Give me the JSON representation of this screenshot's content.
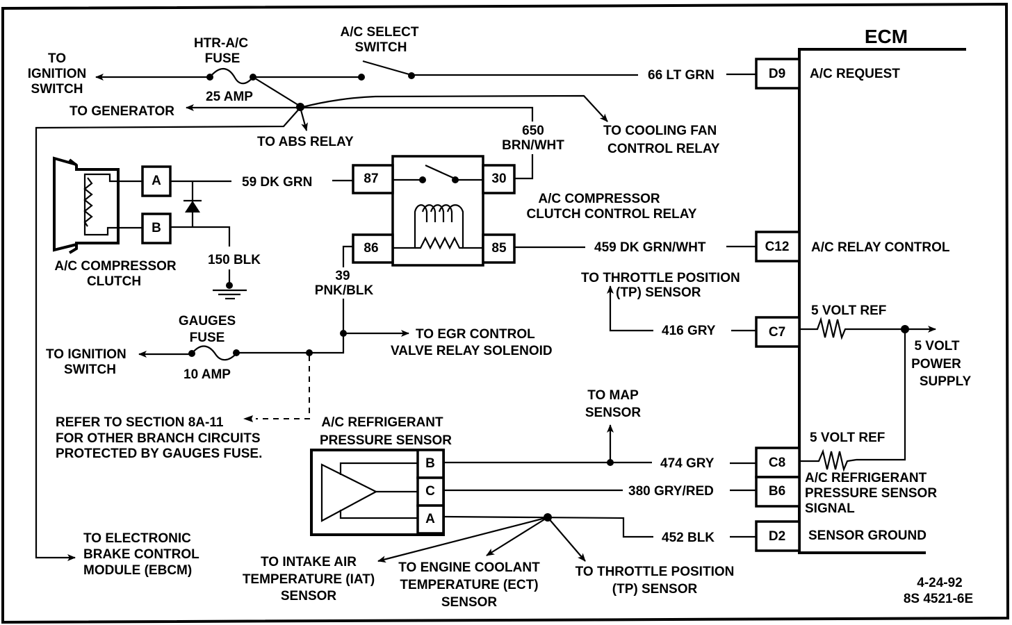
{
  "diagram": {
    "title": "ECM",
    "footer": {
      "date": "4-24-92",
      "code": "8S 4521-6E"
    },
    "components": {
      "htr_fuse": {
        "name": [
          "HTR-A/C",
          "FUSE"
        ],
        "rating": "25 AMP"
      },
      "gauges_fuse": {
        "name": [
          "GAUGES",
          "FUSE"
        ],
        "rating": "10 AMP"
      },
      "ac_select_switch": [
        "A/C SELECT",
        "SWITCH"
      ],
      "compressor_clutch": {
        "name": [
          "A/C COMPRESSOR",
          "CLUTCH"
        ],
        "pins": [
          "A",
          "B"
        ]
      },
      "clutch_relay": {
        "name": [
          "A/C COMPRESSOR",
          "CLUTCH CONTROL RELAY"
        ],
        "pins": [
          "87",
          "30",
          "86",
          "85"
        ]
      },
      "pressure_sensor": {
        "name": [
          "A/C REFRIGERANT",
          "PRESSURE SENSOR"
        ],
        "pins": [
          "B",
          "C",
          "A"
        ]
      },
      "ground_wire": "150 BLK"
    },
    "destinations": {
      "ignition_switch_top": [
        "TO",
        "IGNITION",
        "SWITCH"
      ],
      "generator": "TO GENERATOR",
      "abs_relay": "TO ABS RELAY",
      "cooling_fan": [
        "TO  COOLING FAN",
        "CONTROL RELAY"
      ],
      "ignition_switch_bottom": [
        "TO IGNITION",
        "SWITCH"
      ],
      "egr": [
        "TO EGR CONTROL",
        "VALVE RELAY SOLENOID"
      ],
      "refer_note": [
        "REFER TO SECTION 8A-11",
        "FOR OTHER BRANCH CIRCUITS",
        "PROTECTED BY GAUGES FUSE."
      ],
      "tp_sensor_top": [
        "TO THROTTLE POSITION",
        "(TP) SENSOR"
      ],
      "map_sensor": [
        "TO MAP",
        "SENSOR"
      ],
      "ebcm": [
        "TO ELECTRONIC",
        "BRAKE CONTROL",
        "MODULE (EBCM)"
      ],
      "iat": [
        "TO INTAKE AIR",
        "TEMPERATURE (IAT)",
        "SENSOR"
      ],
      "ect": [
        "TO ENGINE COOLANT",
        "TEMPERATURE (ECT)",
        "SENSOR"
      ],
      "tp_sensor_bottom": [
        "TO THROTTLE POSITION",
        "(TP) SENSOR"
      ],
      "five_volt": [
        "5 VOLT",
        "POWER",
        "SUPPLY"
      ]
    },
    "wires": {
      "w66": "66 LT GRN",
      "w650": [
        "650",
        "BRN/WHT"
      ],
      "w59": "59 DK GRN",
      "w459": "459 DK GRN/WHT",
      "w39": [
        "39",
        "PNK/BLK"
      ],
      "w416": "416 GRY",
      "w474": "474 GRY",
      "w380": "380 GRY/RED",
      "w452": "452 BLK"
    },
    "ecm_pins": [
      {
        "pin": "D9",
        "label": "A/C REQUEST"
      },
      {
        "pin": "C12",
        "label": "A/C RELAY CONTROL"
      },
      {
        "pin": "C7",
        "label": "5 VOLT REF"
      },
      {
        "pin": "C8",
        "label": "5 VOLT REF"
      },
      {
        "pin": "B6",
        "label": [
          "A/C REFRIGERANT",
          "PRESSURE SENSOR",
          "SIGNAL"
        ]
      },
      {
        "pin": "D2",
        "label": "SENSOR GROUND"
      }
    ]
  }
}
